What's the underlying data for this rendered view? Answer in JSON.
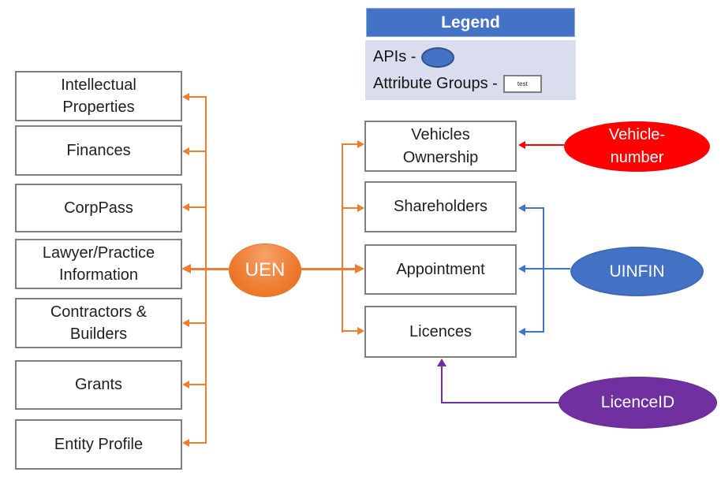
{
  "legend": {
    "title": "Legend",
    "apis_label": "APIs -",
    "attribute_groups_label": "Attribute Groups -",
    "attribute_box_label": "test"
  },
  "left_boxes": [
    "Intellectual\nProperties",
    "Finances",
    "CorpPass",
    "Lawyer/Practice\nInformation",
    "Contractors &\nBuilders",
    "Grants",
    "Entity Profile"
  ],
  "right_boxes": [
    "Vehicles\nOwnership",
    "Shareholders",
    "Appointment",
    "Licences"
  ],
  "apis": {
    "uen": "UEN",
    "vehicle_number": "Vehicle-\nnumber",
    "uinfin": "UINFIN",
    "licence_id": "LicenceID"
  },
  "colors": {
    "orange": "#ED7D31",
    "blue": "#4472C4",
    "red": "#FE0000",
    "purple": "#7030A0",
    "legend_header_bg": "#4472C4",
    "legend_body_bg": "#DADDED",
    "box_border": "#7F7F7F"
  }
}
